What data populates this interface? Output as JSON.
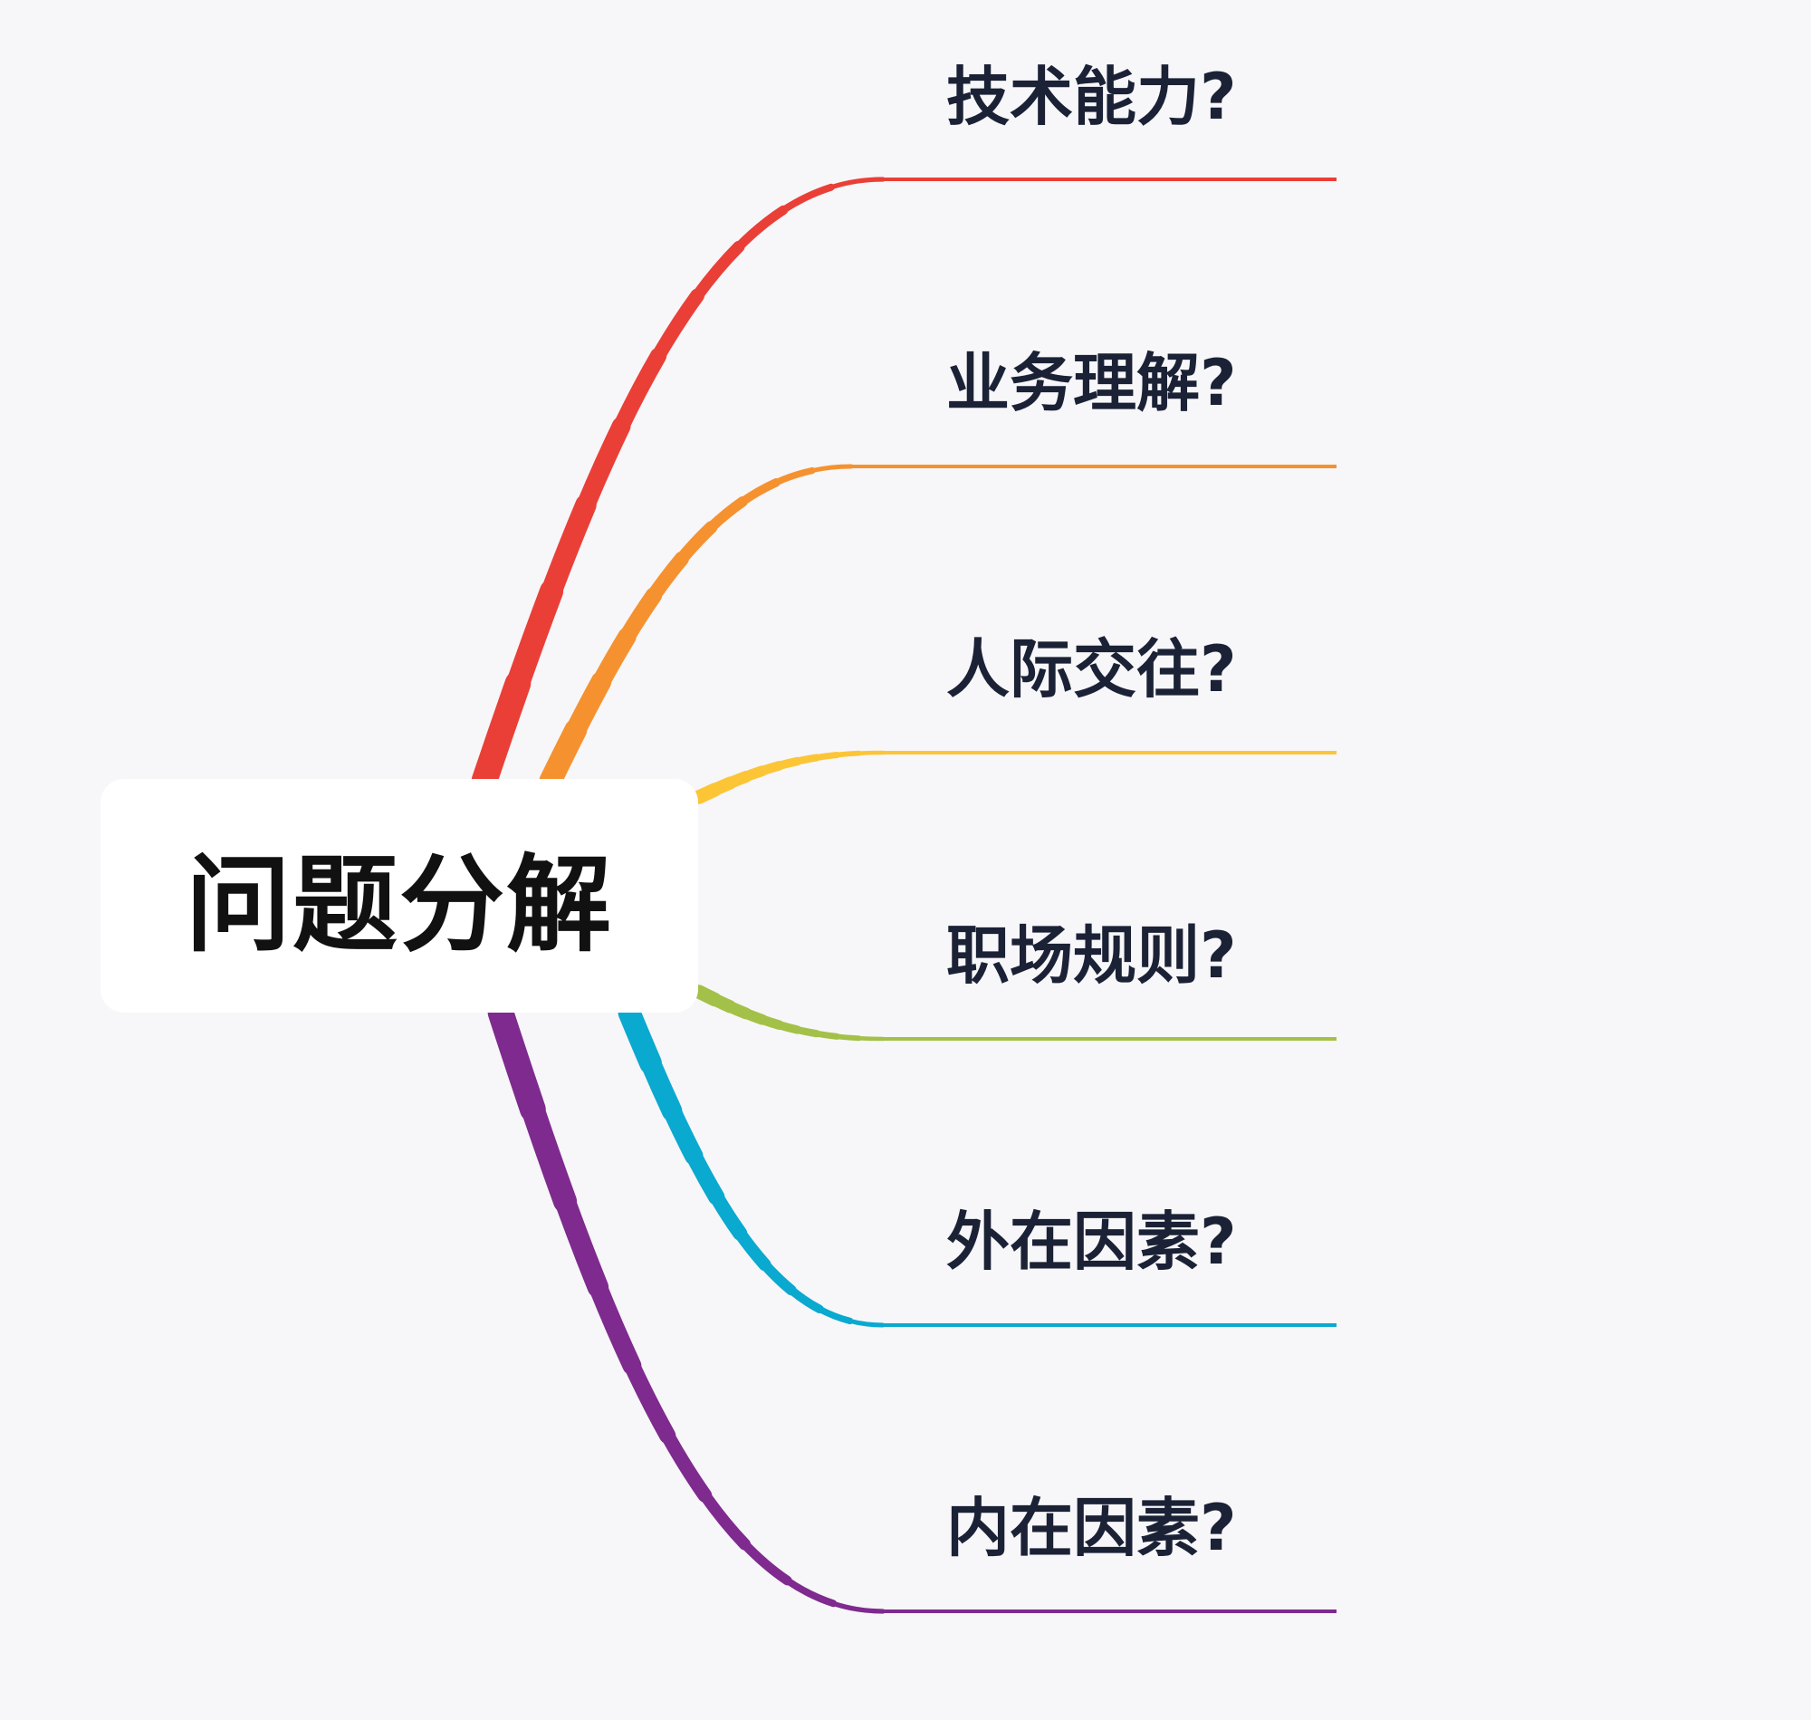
{
  "mindmap": {
    "root": {
      "label": "问题分解"
    },
    "branches": [
      {
        "label": "技术能力?",
        "color": "#ea3f37"
      },
      {
        "label": "业务理解?",
        "color": "#f5922f"
      },
      {
        "label": "人际交往?",
        "color": "#fcc536"
      },
      {
        "label": "职场规则?",
        "color": "#a3c148"
      },
      {
        "label": "外在因素?",
        "color": "#0aa9cf"
      },
      {
        "label": "内在因素?",
        "color": "#7e2a8e"
      }
    ]
  }
}
